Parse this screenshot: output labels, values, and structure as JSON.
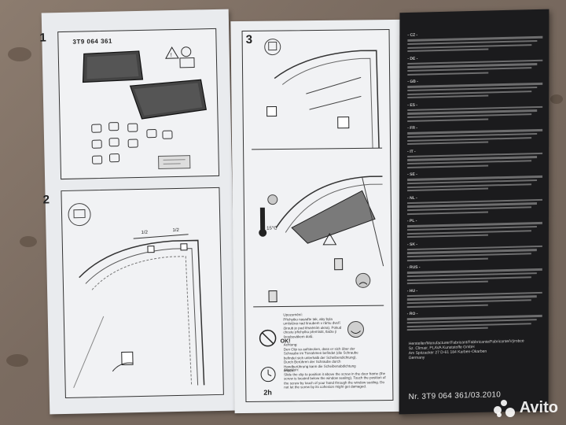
{
  "left_sheet": {
    "steps": [
      {
        "number": "1",
        "part_code": "3T9 064 361"
      },
      {
        "number": "2"
      }
    ],
    "measurement_labels": [
      "1/2",
      "1/2"
    ]
  },
  "middle_sheet": {
    "step_number": "3",
    "temperature": "15°C",
    "ok_label": "OK!",
    "time_label": "2h",
    "notes": {
      "cz_label": "Upozornění:",
      "cz_text": "Přichytku nasaďte tak, aby byla umístěna nad šroubem v rámu dveří (šroub je pod těsněním okna). Pokud chcete přichytku přemístit, tlačte ji šroubovákem dolů.",
      "de_label": "Achtung:",
      "de_text": "Den Clip so aufstecken, dass er sich über der Schraube im Türrahmen befindet (die Schraube befindet sich unterhalb der Scheibendichtung). Durch Berühren der Schraube durch Handberührung kann die Scheibenabdichtung finden.",
      "en_label": "Attention:",
      "en_text": "Slide the clip to position it above the screw in the door frame (the screw is located below the window sealing). Touch the position of the screw by touch of your hand through the window sealing. Do not let the screw by its cohesion might get damaged."
    }
  },
  "right_sheet": {
    "language_codes": [
      "- CZ -",
      "- DE -",
      "- GB -",
      "- ES -",
      "- FR -",
      "- IT -",
      "- SE -",
      "- NL -",
      "- PL -",
      "- SK -",
      "- RUS -",
      "- HU -",
      "- RO -"
    ],
    "manufacturer_label": "Hersteller/Manufacturer/Fabricant/Fabbricante/Fabricante/Výrobce",
    "manufacturer_lines": [
      "Sz. Climair, PLAVA Kunststoffe GmbH",
      "Am Spitzacker 27 D-61 184 Karben-Okarben",
      "Germany"
    ],
    "document_code": "Nr. 3T9 064 361/03.2010"
  },
  "watermark": {
    "text": "Avito"
  }
}
